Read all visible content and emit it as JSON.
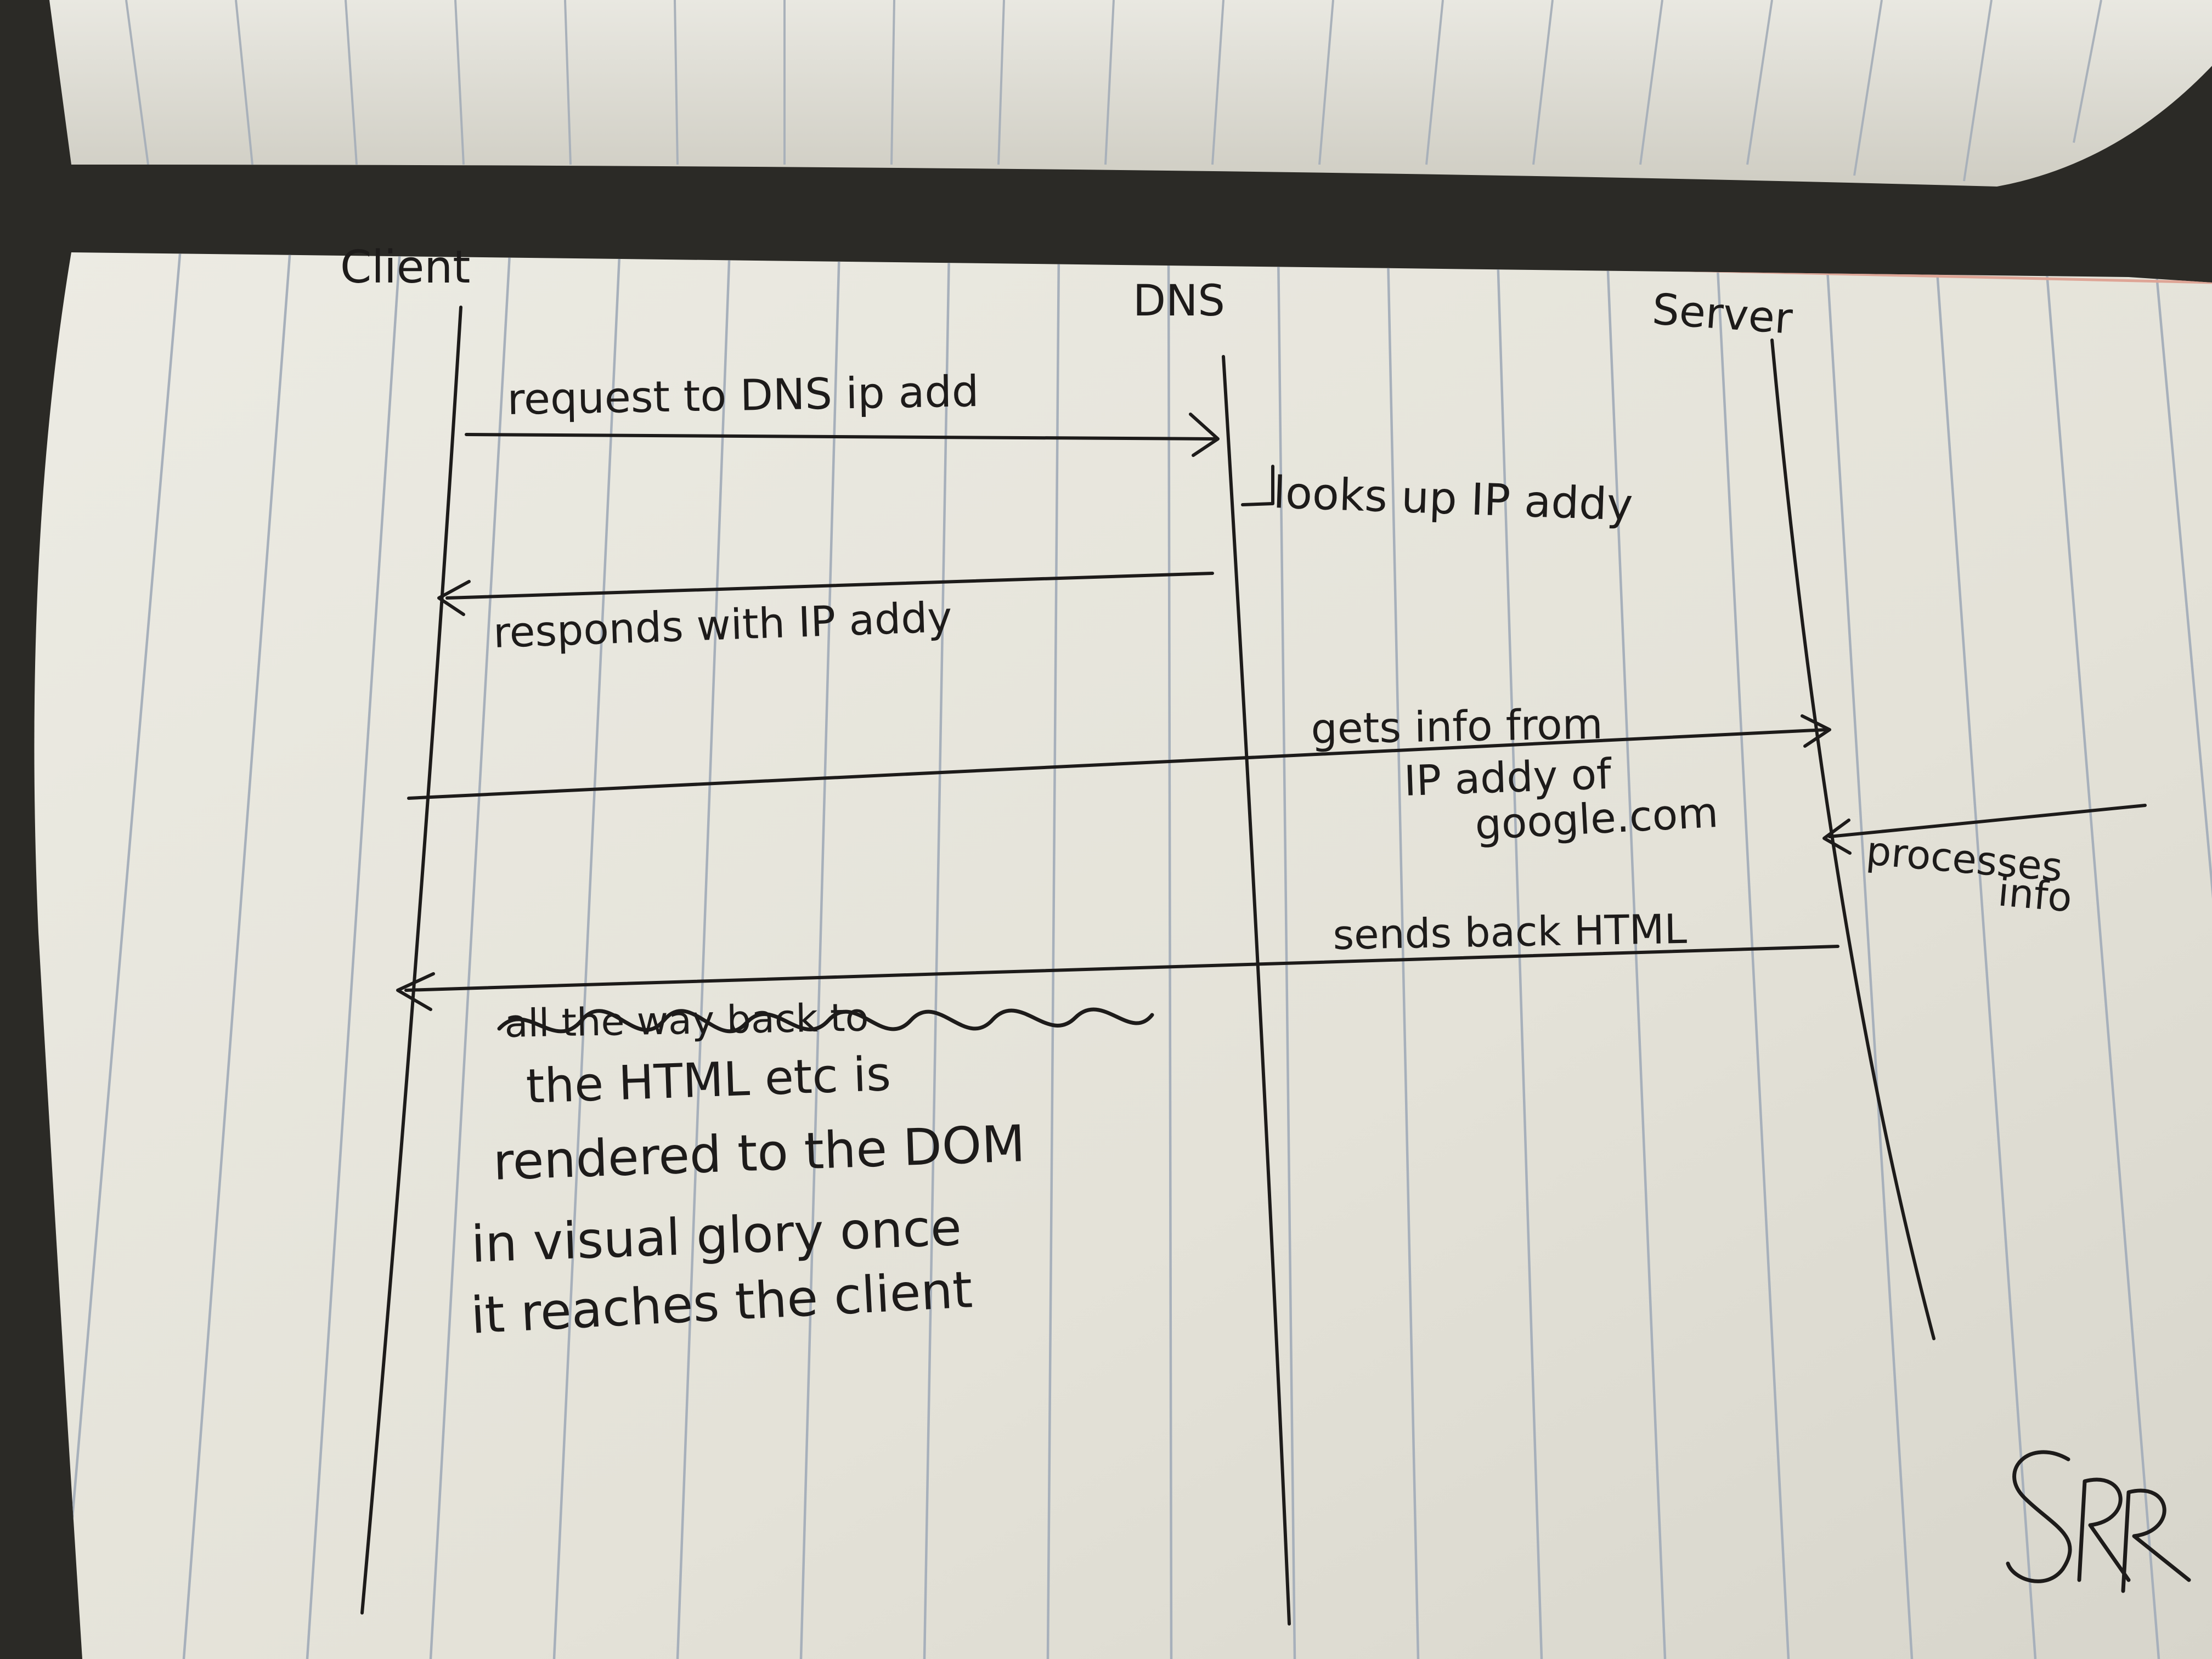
{
  "participants": {
    "client": "Client",
    "dns": "DNS",
    "server": "Server"
  },
  "messages": {
    "request": "request to DNS ip add",
    "lookup": "looks up IP addy",
    "respond": "responds with IP addy",
    "gets_info_1": "gets info from",
    "gets_info_2": "IP addy of",
    "gets_info_3": "google.com",
    "processes_1": "processes",
    "processes_2": "info",
    "sends_back": "sends back HTML",
    "struck": "all the way back to",
    "render_1": "the HTML etc is",
    "render_2": "rendered to the DOM",
    "render_3": "in visual glory once",
    "render_4": "it reaches the client"
  },
  "signature": "SRR",
  "colors": {
    "paper": "#e6e4db",
    "rule_line": "#aab3bd",
    "margin_line": "#e0a79b",
    "ink": "#1d1b1a"
  }
}
